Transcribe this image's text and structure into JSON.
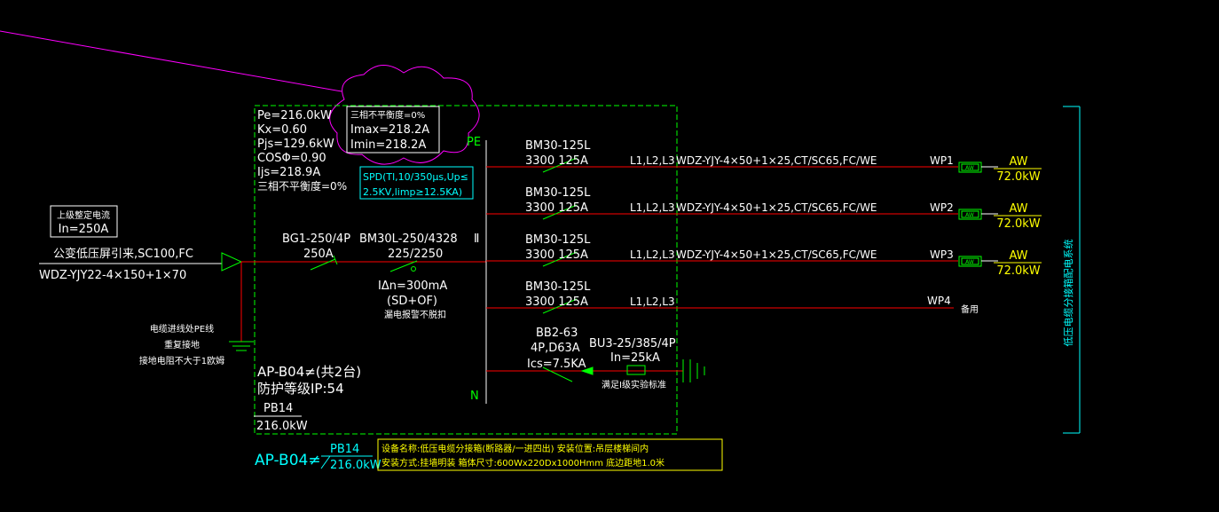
{
  "upstream": {
    "rated_current_label": "上级整定电流",
    "rated_current_value": "In=250A",
    "source_text": "公变低压屏引来,SC100,FC",
    "cable_text": "WDZ-YJY22-4×150+1×70"
  },
  "grounding_note": [
    "电缆进线处PE线",
    "重复接地",
    "接地电阻不大于1欧姆"
  ],
  "params": {
    "pe": "Pe=216.0kW",
    "kx": "Kx=0.60",
    "pjs": "Pjs=129.6kW",
    "cos": "COSΦ=0.90",
    "ijs": "Ijs=218.9A",
    "unbalance": "三相不平衡度=0%"
  },
  "cloud_note": {
    "line1": "三相不平衡度=0%",
    "line2": "Imax=218.2A",
    "line3": "Imin=218.2A"
  },
  "spd_note": {
    "line1": "SPD(Tl,10/350μs,Up≤",
    "line2": "2.5KV,limp≥12.5KA)"
  },
  "main_breakers": {
    "bg1": "BG1-250/4P",
    "bg1_rating": "250A",
    "bm30l": "BM30L-250/4328",
    "bm30l_rating": "225/2250",
    "roman": "Ⅱ",
    "leak_line1": "IΔn=300mA",
    "leak_line2": "(SD+OF)",
    "leak_line3": "漏电报警不脱扣"
  },
  "bus_labels": {
    "pe": "PE",
    "n": "N"
  },
  "branches": [
    {
      "breaker": "BM30-125L",
      "rating": "3300  125A",
      "phases": "L1,L2,L3",
      "cable": "WDZ-YJY-4×50+1×25,CT/SC65,FC/WE",
      "circuit": "WP1",
      "box": "AW",
      "dest": "AW",
      "power": "72.0kW"
    },
    {
      "breaker": "BM30-125L",
      "rating": "3300  125A",
      "phases": "L1,L2,L3",
      "cable": "WDZ-YJY-4×50+1×25,CT/SC65,FC/WE",
      "circuit": "WP2",
      "box": "AW",
      "dest": "AW",
      "power": "72.0kW"
    },
    {
      "breaker": "BM30-125L",
      "rating": "3300  125A",
      "phases": "L1,L2,L3",
      "cable": "WDZ-YJY-4×50+1×25,CT/SC65,FC/WE",
      "circuit": "WP3",
      "box": "AW",
      "dest": "AW",
      "power": "72.0kW"
    },
    {
      "breaker": "BM30-125L",
      "rating": "3300  125A",
      "phases": "L1,L2,L3",
      "cable": "",
      "circuit": "WP4",
      "spare": "备用"
    }
  ],
  "surge": {
    "bb2": "BB2-63",
    "bb2_spec": "4P,D63A",
    "ics": "Ics=7.5KA",
    "bu3": "BU3-25/385/4P",
    "in": "In=25kA",
    "note": "满足Ⅰ级实验标准"
  },
  "panel": {
    "name": "AP-B04≠(共2台)",
    "ip": "防护等级IP:54",
    "pb": "PB14",
    "kw": "216.0kW"
  },
  "footer": {
    "name": "AP-B04≠",
    "pb": "PB14",
    "kw": "216.0kW",
    "info_line1": "设备名称:低压电缆分接箱(断路器/一进四出)   安装位置:吊层楼梯间内",
    "info_line2": "安装方式:挂墙明装   箱体尺寸:600Wx220Dx1000Hmm  底边距地1.0米"
  },
  "system_title": "低压电缆分接箱配电系统"
}
